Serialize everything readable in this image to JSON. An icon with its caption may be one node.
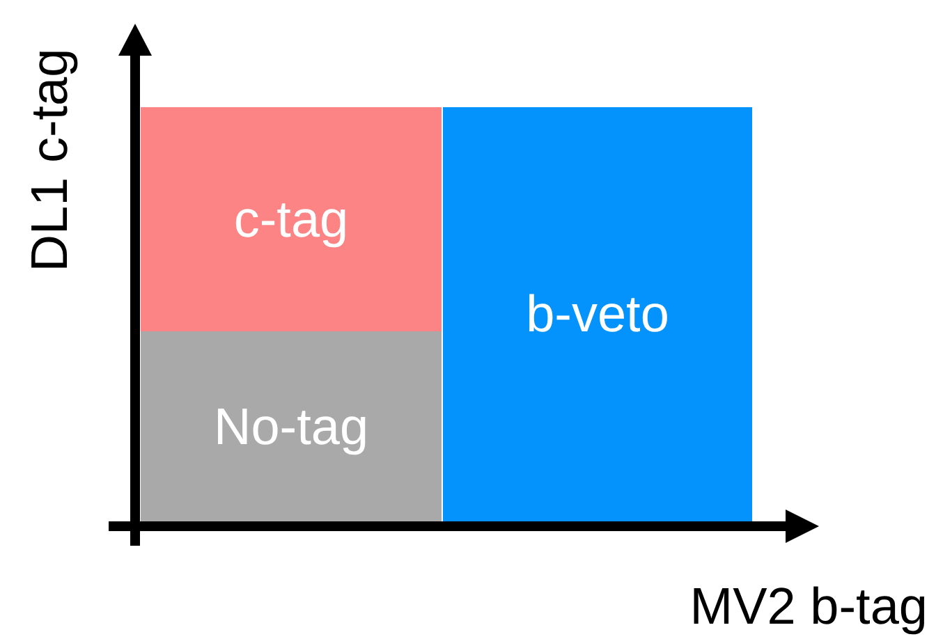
{
  "diagram": {
    "nodes": [
      {
        "text": [
          "c-tag"
        ]
      },
      {
        "text": [
          "No-tag"
        ]
      },
      {
        "text": [
          "b-veto"
        ]
      }
    ],
    "labels": [
      "DL1 c-tag",
      "MV2 b-tag"
    ]
  }
}
